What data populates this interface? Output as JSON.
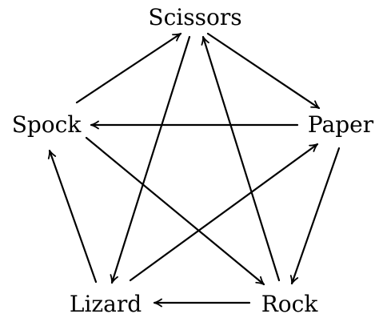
{
  "nodes": [
    {
      "id": "scissors",
      "label": "Scissors"
    },
    {
      "id": "paper",
      "label": "Paper"
    },
    {
      "id": "rock",
      "label": "Rock"
    },
    {
      "id": "lizard",
      "label": "Lizard"
    },
    {
      "id": "spock",
      "label": "Spock"
    }
  ],
  "edges": [
    {
      "from": "scissors",
      "to": "paper"
    },
    {
      "from": "paper",
      "to": "rock"
    },
    {
      "from": "rock",
      "to": "lizard"
    },
    {
      "from": "lizard",
      "to": "spock"
    },
    {
      "from": "spock",
      "to": "scissors"
    },
    {
      "from": "scissors",
      "to": "lizard"
    },
    {
      "from": "lizard",
      "to": "paper"
    },
    {
      "from": "paper",
      "to": "spock"
    },
    {
      "from": "spock",
      "to": "rock"
    },
    {
      "from": "rock",
      "to": "scissors"
    }
  ],
  "colors": {
    "line": "#000000",
    "text": "#000000",
    "background": "#ffffff"
  }
}
